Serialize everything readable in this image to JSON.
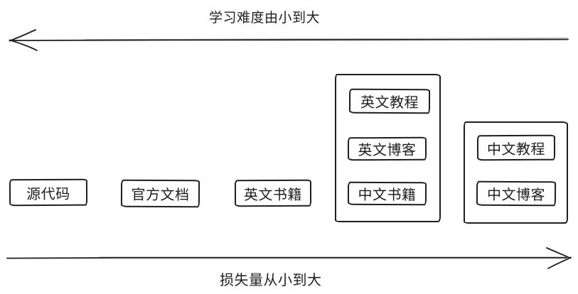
{
  "diagram": {
    "background": "#ffffff",
    "stroke_color": "#1e1e1e",
    "top_axis": {
      "label": "学习难度由小到大",
      "direction": "left"
    },
    "bottom_axis": {
      "label": "损失量从小到大",
      "direction": "right"
    },
    "boxes": [
      {
        "label": "源代码"
      },
      {
        "label": "官方文档"
      },
      {
        "label": "英文书籍"
      }
    ],
    "groups": [
      {
        "items": [
          {
            "label": "英文教程"
          },
          {
            "label": "英文博客"
          },
          {
            "label": "中文书籍"
          }
        ]
      },
      {
        "items": [
          {
            "label": "中文教程"
          },
          {
            "label": "中文博客"
          }
        ]
      }
    ]
  }
}
